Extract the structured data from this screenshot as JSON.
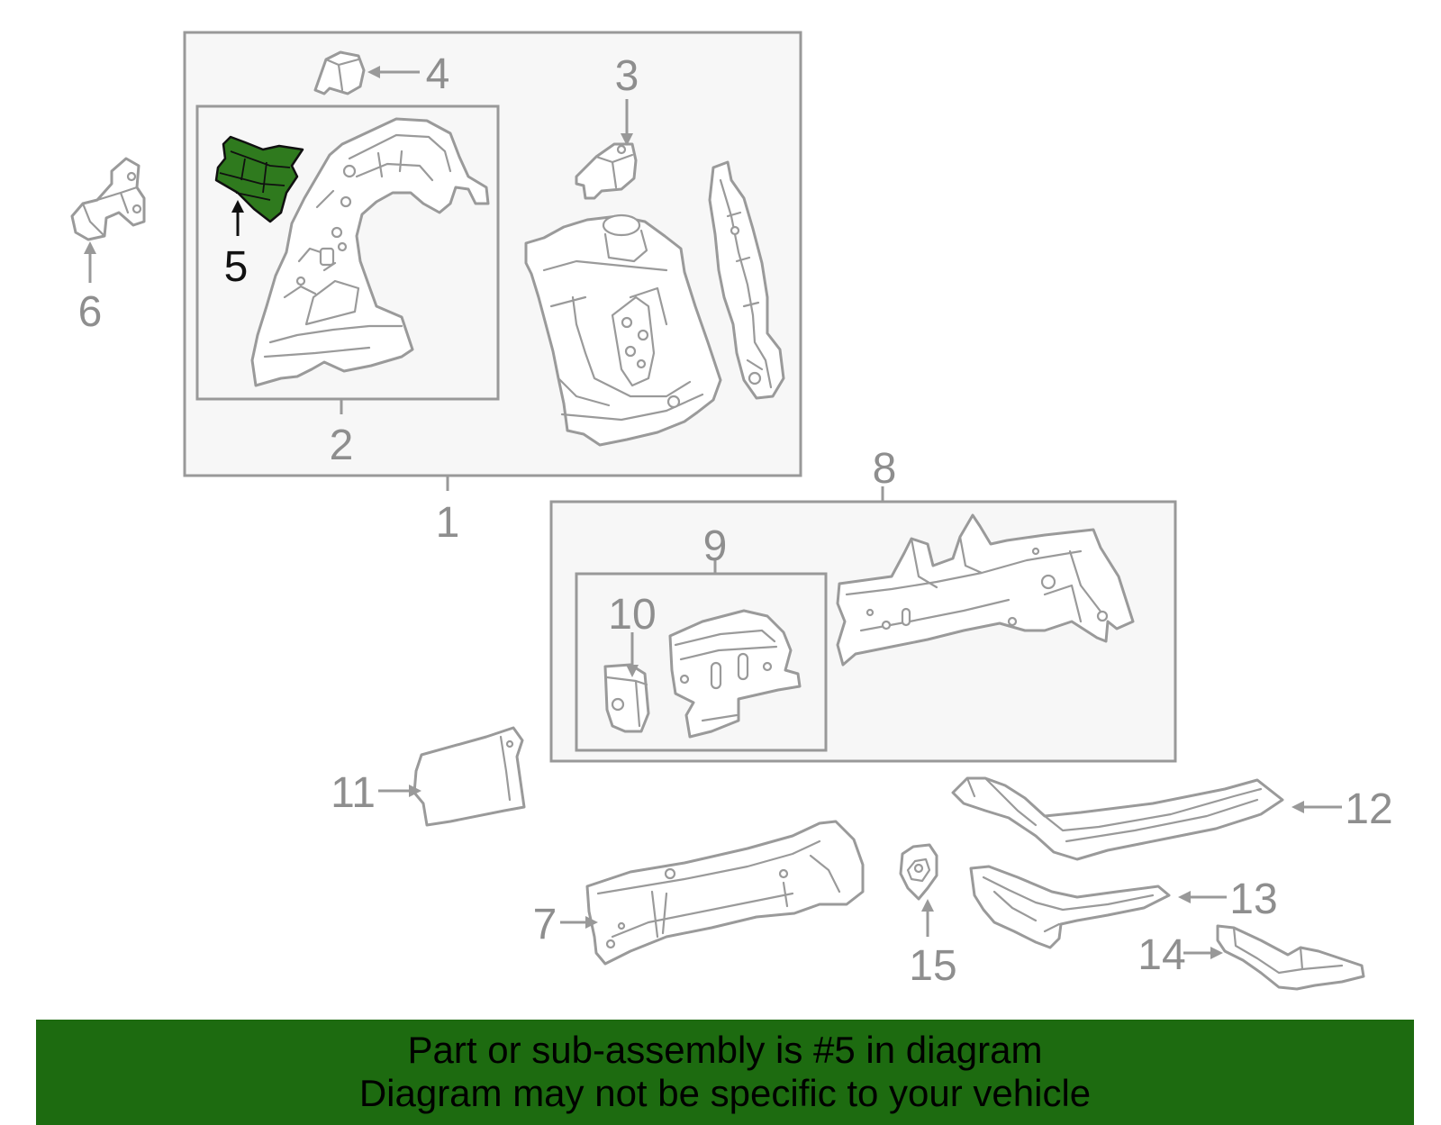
{
  "diagram": {
    "callouts": {
      "c1": "1",
      "c2": "2",
      "c3": "3",
      "c4": "4",
      "c5": "5",
      "c6": "6",
      "c7": "7",
      "c8": "8",
      "c9": "9",
      "c10": "10",
      "c11": "11",
      "c12": "12",
      "c13": "13",
      "c14": "14",
      "c15": "15"
    },
    "highlighted_part": "5",
    "colors": {
      "highlight_fill": "#2f7a1e",
      "banner_background": "#1d6b10",
      "outline_gray": "#9a9a9a"
    }
  },
  "banner": {
    "line1": "Part or sub-assembly is #5 in diagram",
    "line2": "Diagram may not be specific to your vehicle"
  }
}
